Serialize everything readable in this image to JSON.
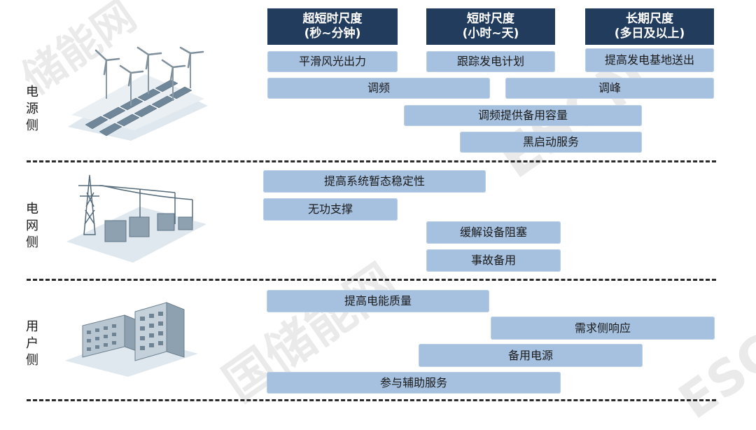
{
  "headers": {
    "ultra_short": {
      "line1": "超短时尺度",
      "line2": "(秒~分钟)"
    },
    "short": {
      "line1": "短时尺度",
      "line2": "(小时~天)"
    },
    "long": {
      "line1": "长期尺度",
      "line2": "(多日及以上)"
    }
  },
  "sections": {
    "source": {
      "label": [
        "电",
        "源",
        "侧"
      ]
    },
    "grid": {
      "label": [
        "电",
        "网",
        "侧"
      ]
    },
    "user": {
      "label": [
        "用",
        "户",
        "侧"
      ]
    }
  },
  "bars": {
    "smooth_output": "平滑风光出力",
    "track_plan": "跟踪发电计划",
    "base_delivery": "提高发电基地送出",
    "freq_reg": "调频",
    "peak_shaving": "调峰",
    "reserve_capacity": "调频提供备用容量",
    "black_start": "黑启动服务",
    "transient_stability": "提高系统暂态稳定性",
    "reactive_support": "无功支撑",
    "congestion_relief": "缓解设备阻塞",
    "emergency_reserve": "事故备用",
    "power_quality": "提高电能质量",
    "demand_response": "需求侧响应",
    "backup_power": "备用电源",
    "ancillary_services": "参与辅助服务"
  },
  "watermarks": [
    "储能网",
    "ESCN",
    "国储能网",
    "ESCN"
  ],
  "colors": {
    "header": "#223c5e",
    "bar": "#a6c1e0"
  }
}
